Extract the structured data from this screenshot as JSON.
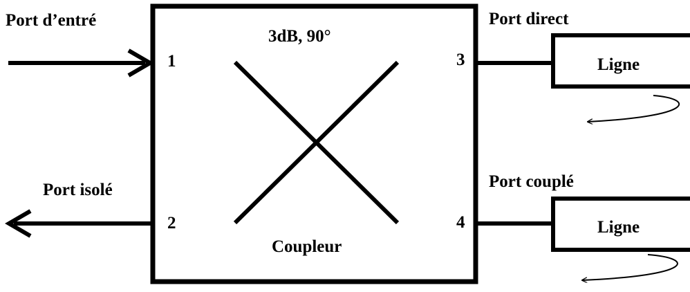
{
  "diagram": {
    "ports": {
      "input": "Port d’entré",
      "isolated": "Port isolé",
      "direct": "Port direct",
      "coupled": "Port couplé"
    },
    "numbers": {
      "p1": "1",
      "p2": "2",
      "p3": "3",
      "p4": "4"
    },
    "coupler": {
      "spec": "3dB, 90°",
      "name": "Coupleur"
    },
    "lines": {
      "top": "Ligne",
      "bottom": "Ligne"
    },
    "colors": {
      "stroke": "#000000",
      "background": "#ffffff"
    }
  }
}
